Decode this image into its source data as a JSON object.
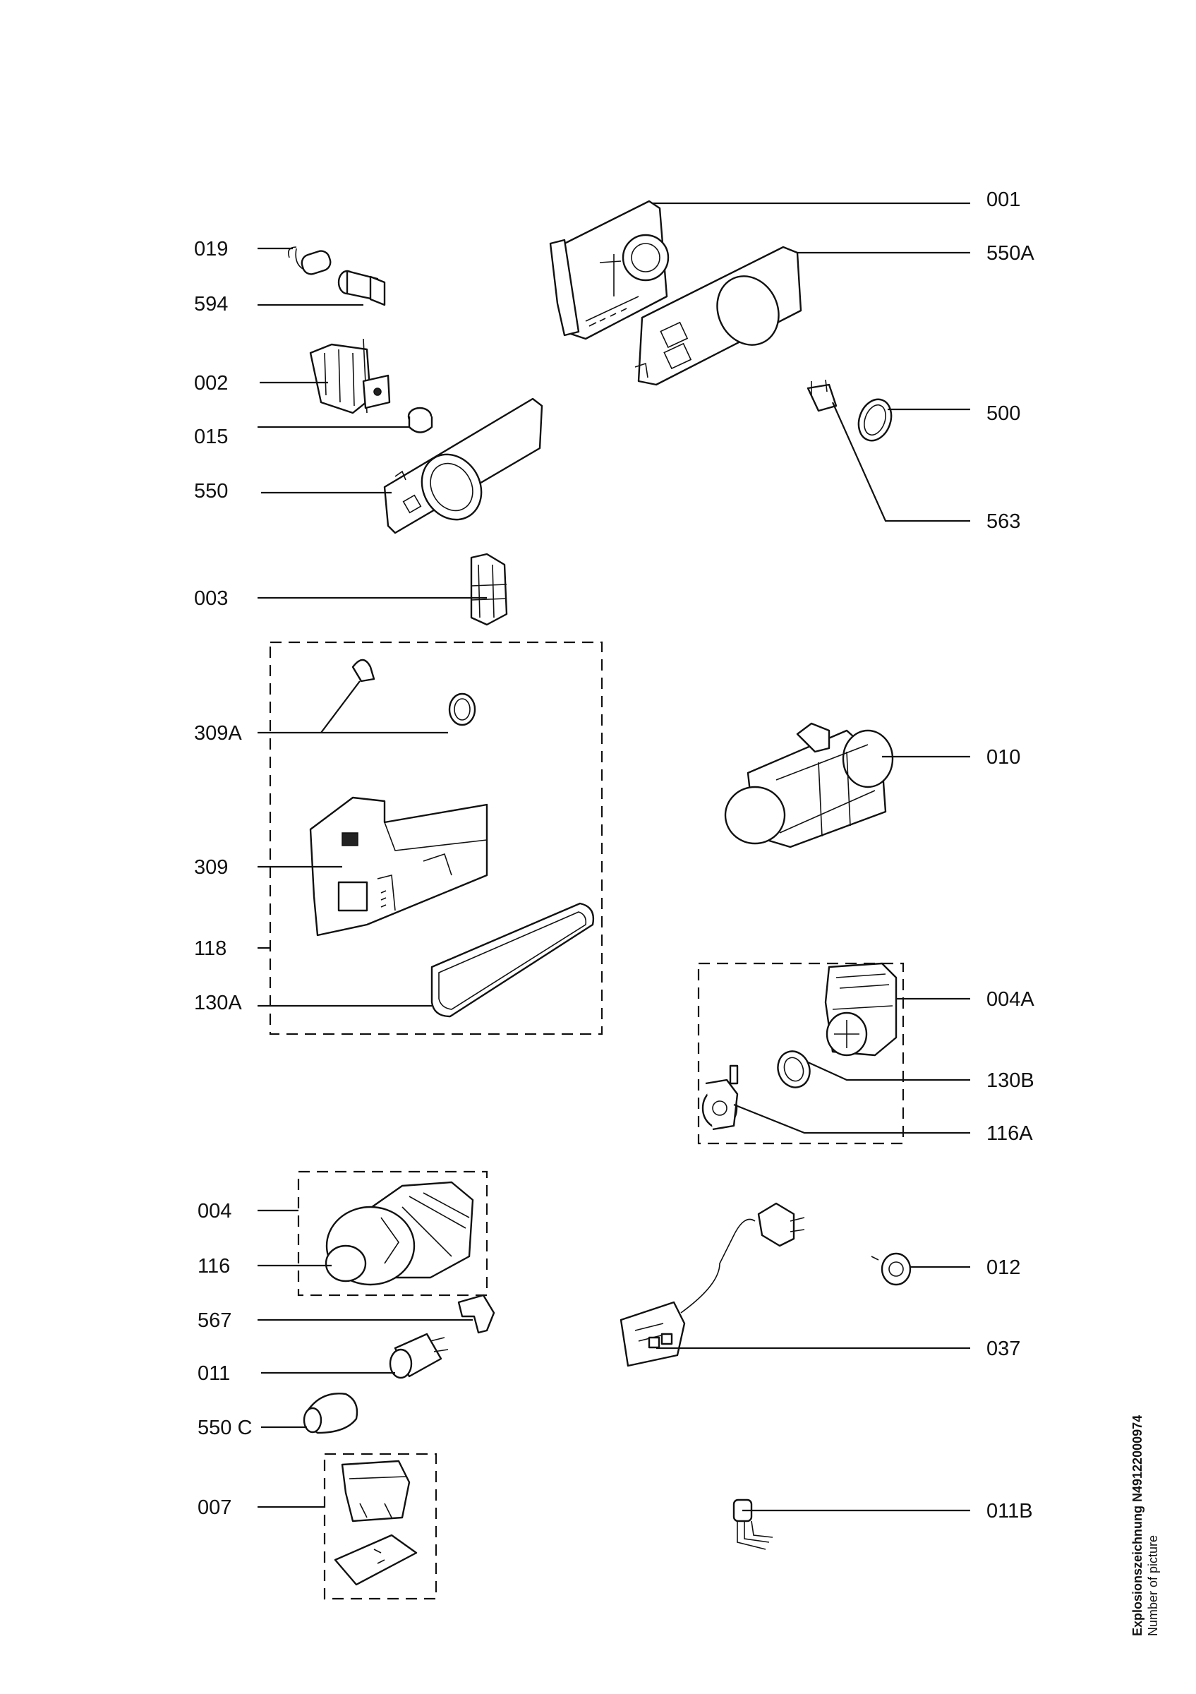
{
  "labels": {
    "l001": "001",
    "l550A": "550A",
    "l019": "019",
    "l594": "594",
    "l002": "002",
    "l015": "015",
    "l550": "550",
    "l500": "500",
    "l563": "563",
    "l003": "003",
    "l309A": "309A",
    "l010": "010",
    "l309": "309",
    "l118": "118",
    "l130A": "130A",
    "l004A": "004A",
    "l130B": "130B",
    "l116A": "116A",
    "l004": "004",
    "l116": "116",
    "l012": "012",
    "l567": "567",
    "l037": "037",
    "l011": "011",
    "l550C": "550 C",
    "l007": "007",
    "l011B": "011B"
  },
  "side": {
    "title": "Explosionszeichnung N49122000974",
    "subtitle": "Number of picture"
  }
}
